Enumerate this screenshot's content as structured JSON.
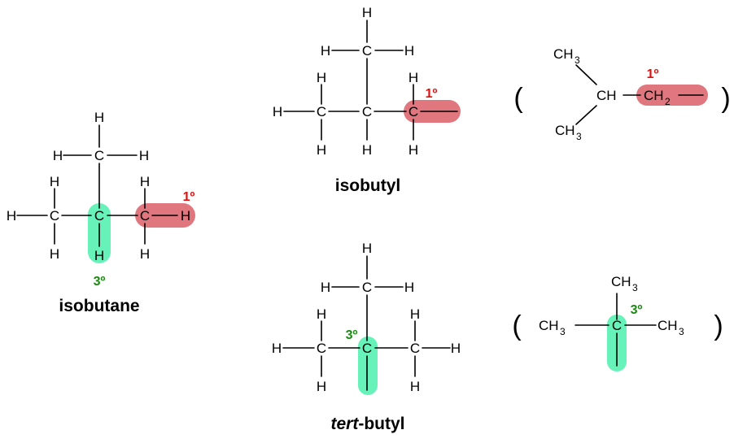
{
  "colors": {
    "primary_highlight": "#e0767e",
    "tertiary_highlight": "#66f2b8",
    "primary_label": "#dd1111",
    "tertiary_label": "#1a8a10"
  },
  "symbols": {
    "c": "C",
    "h": "H",
    "ch": "CH",
    "ch3": "CH",
    "ch2": "CH",
    "sub3": "3",
    "sub2": "2"
  },
  "labels": {
    "isobutane": "isobutane",
    "isobutyl": "isobutyl",
    "tert_prefix": "tert",
    "tert_suffix": "-butyl",
    "primary": "1º",
    "tertiary": "3º",
    "open_paren": "(",
    "close_paren": ")"
  }
}
